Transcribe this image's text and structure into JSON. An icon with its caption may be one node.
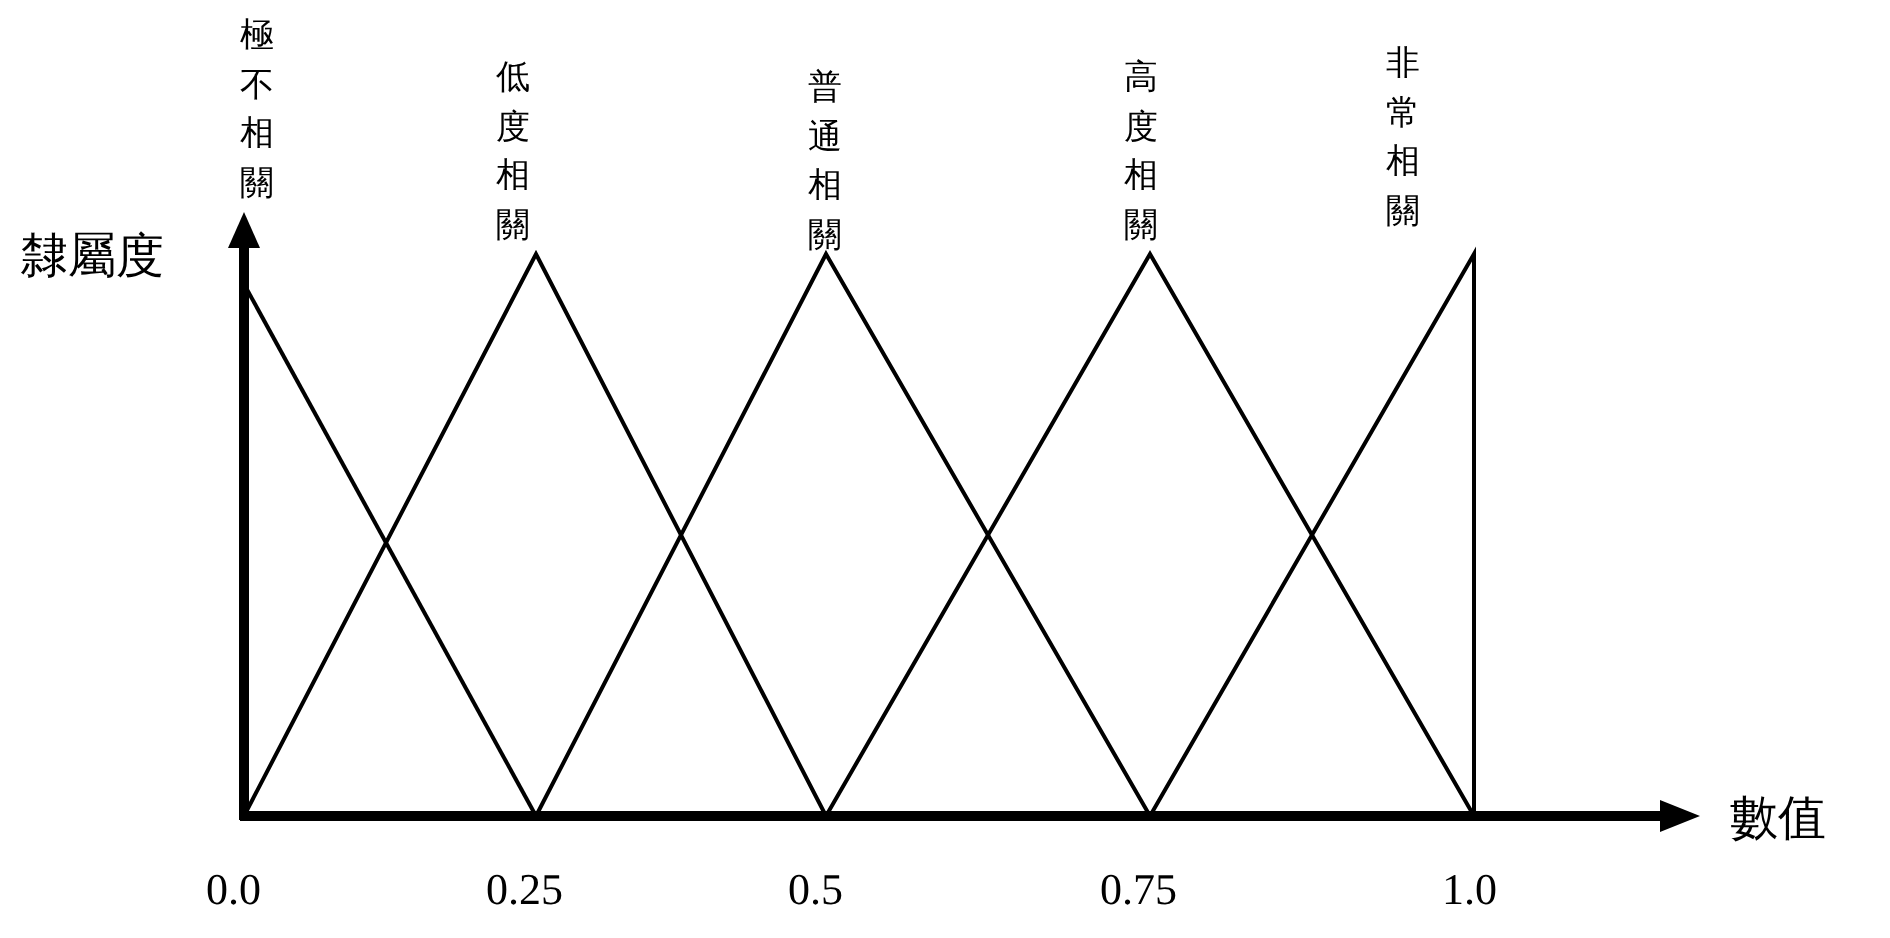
{
  "diagram": {
    "labels": [
      "極不相關",
      "低度相關",
      "普通相關",
      "高度相關",
      "非常相關",
      "隸屬度",
      "數值",
      "0.0",
      "0.25",
      "0.5",
      "0.75",
      "1.0"
    ]
  }
}
